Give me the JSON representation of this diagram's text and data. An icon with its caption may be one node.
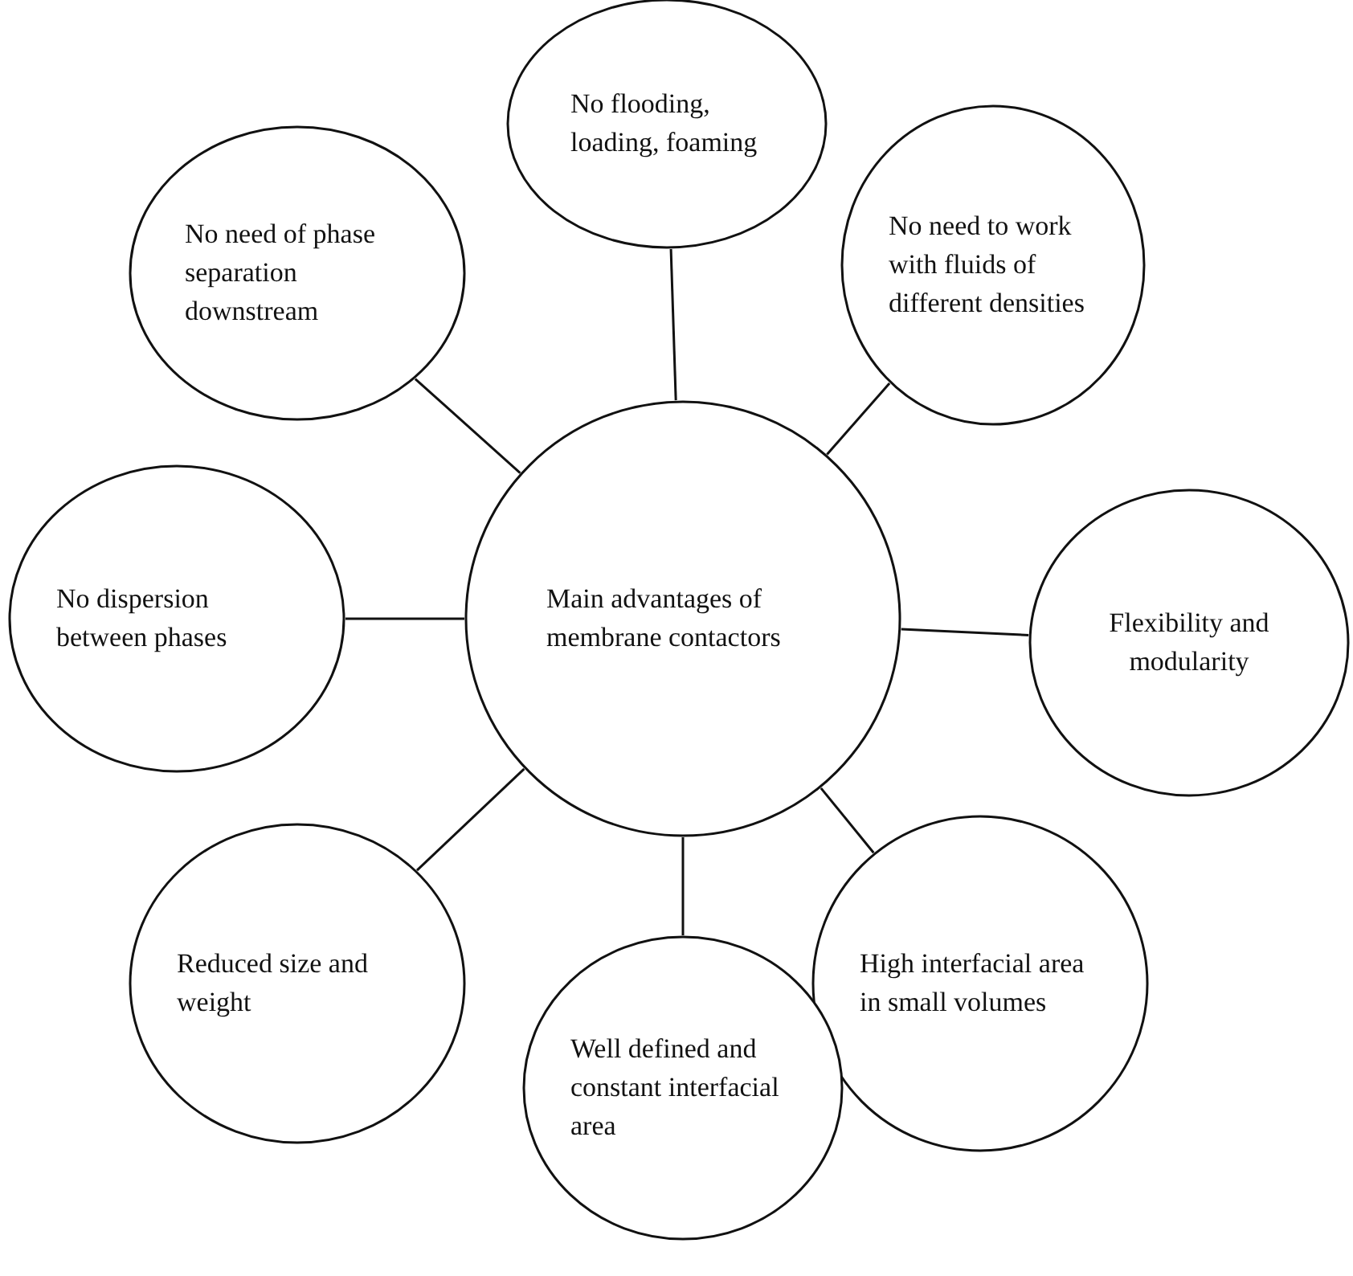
{
  "diagram": {
    "nodes": [
      {
        "text": [
          "Main advantages of membrane contactors"
        ]
      },
      {
        "text": [
          "No flooding, loading, foaming"
        ]
      },
      {
        "text": [
          "No need to work with fluids of different densities"
        ]
      },
      {
        "text": [
          "No need of phase separation downstream"
        ]
      },
      {
        "text": [
          "No dispersion between phases"
        ]
      },
      {
        "text": [
          "Flexibility and modularity"
        ]
      },
      {
        "text": [
          "Reduced size and weight"
        ]
      },
      {
        "text": [
          "High interfacial area in small volumes"
        ]
      },
      {
        "text": [
          "Well defined and constant interfacial area"
        ]
      }
    ],
    "edges": [
      {
        "from": 0,
        "to": 1,
        "arrow": "none"
      },
      {
        "from": 0,
        "to": 2,
        "arrow": "none"
      },
      {
        "from": 0,
        "to": 3,
        "arrow": "none"
      },
      {
        "from": 0,
        "to": 4,
        "arrow": "none"
      },
      {
        "from": 0,
        "to": 5,
        "arrow": "none"
      },
      {
        "from": 0,
        "to": 6,
        "arrow": "none"
      },
      {
        "from": 0,
        "to": 7,
        "arrow": "none"
      },
      {
        "from": 0,
        "to": 8,
        "arrow": "none"
      }
    ]
  }
}
